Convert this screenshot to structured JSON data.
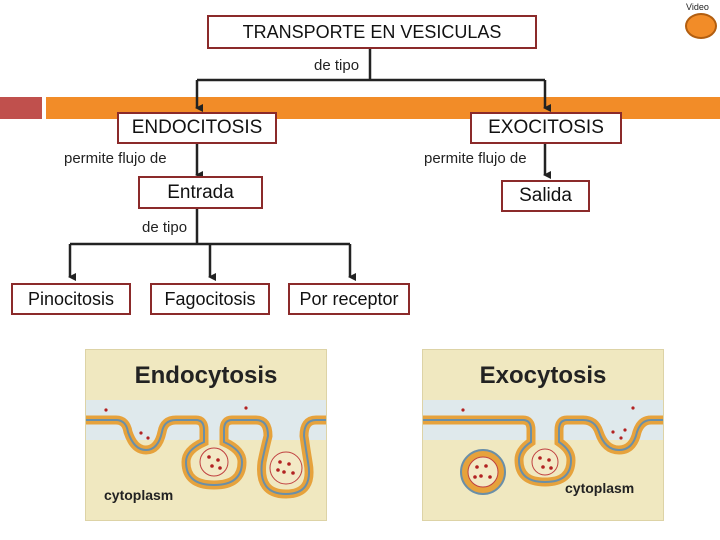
{
  "video": {
    "label": "Video"
  },
  "root": {
    "title": "TRANSPORTE EN VESICULAS"
  },
  "connectors": {
    "root_type": "de tipo",
    "endo_flow": "permite flujo de",
    "exo_flow": "permite flujo de",
    "entrada_type": "de tipo"
  },
  "branches": {
    "endocitosis": "ENDOCITOSIS",
    "exocitosis": "EXOCITOSIS",
    "entrada": "Entrada",
    "salida": "Salida"
  },
  "types": [
    "Pinocitosis",
    "Fagocitosis",
    "Por receptor"
  ],
  "images": {
    "endocytosis": {
      "title": "Endocytosis",
      "caption": "cytoplasm"
    },
    "exocytosis": {
      "title": "Exocytosis",
      "caption": "cytoplasm"
    }
  },
  "colors": {
    "accent": "#f28c28",
    "band_dark": "#c0504d",
    "box_border": "#8b2a2a"
  }
}
